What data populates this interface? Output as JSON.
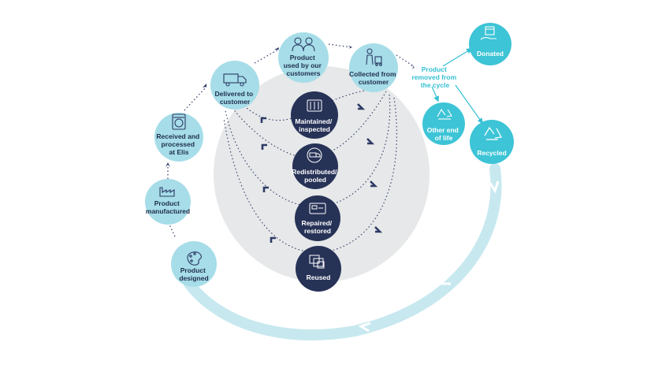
{
  "colors": {
    "light_node": "#a6dde8",
    "dark_node": "#273257",
    "teal_node": "#3dc4d6",
    "teal_text": "#33bfd3",
    "center_disc": "#e6e8e9",
    "outer_ring": "#c7e8ef",
    "dotted_line": "#2d3a66",
    "chevron": "#2d3a66"
  },
  "nodes": {
    "product_designed": {
      "line1": "Product",
      "line2": "designed",
      "icon": "palette-icon"
    },
    "product_manufactured": {
      "line1": "Product",
      "line2": "manufactured",
      "icon": "factory-icon"
    },
    "received_processed": {
      "line1": "Received and",
      "line2": "processed",
      "line3": "at Elis",
      "icon": "washing-machine-icon"
    },
    "delivered": {
      "line1": "Delivered to",
      "line2": "customer",
      "icon": "delivery-truck-icon"
    },
    "product_used": {
      "line1": "Product",
      "line2": "used by our",
      "line3": "customers",
      "icon": "people-icon"
    },
    "collected": {
      "line1": "Collected from",
      "line2": "customer",
      "icon": "worker-cart-icon"
    },
    "maintained": {
      "line1": "Maintained/",
      "line2": "inspected",
      "icon": "checklist-icon"
    },
    "redistributed": {
      "line1": "Redistributed/",
      "line2": "pooled",
      "icon": "truck-cycle-icon"
    },
    "repaired": {
      "line1": "Repaired/",
      "line2": "restored",
      "icon": "sewing-machine-icon"
    },
    "reused": {
      "line1": "Reused",
      "icon": "garment-stack-icon"
    },
    "donated": {
      "line1": "Donated",
      "icon": "hand-box-icon"
    },
    "other_end_of_life": {
      "line1": "Other end",
      "line2": "of life",
      "icon": "recycle-outline-icon"
    },
    "recycled": {
      "line1": "Recycled",
      "icon": "recycle-icon"
    }
  },
  "removed_label": {
    "line1": "Product",
    "line2": "removed from",
    "line3": "the cycle"
  }
}
